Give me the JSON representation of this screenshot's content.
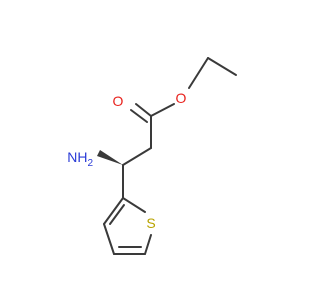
{
  "atoms": {
    "carbonyl_oxygen": "O",
    "ester_oxygen": "O",
    "amine_label": "NH",
    "amine_subscript": "2",
    "sulfur": "S"
  },
  "colors": {
    "bond": "#3a3a3a",
    "oxygen": "#e8231e",
    "nitrogen": "#2a3bd6",
    "sulfur": "#b8a300"
  }
}
